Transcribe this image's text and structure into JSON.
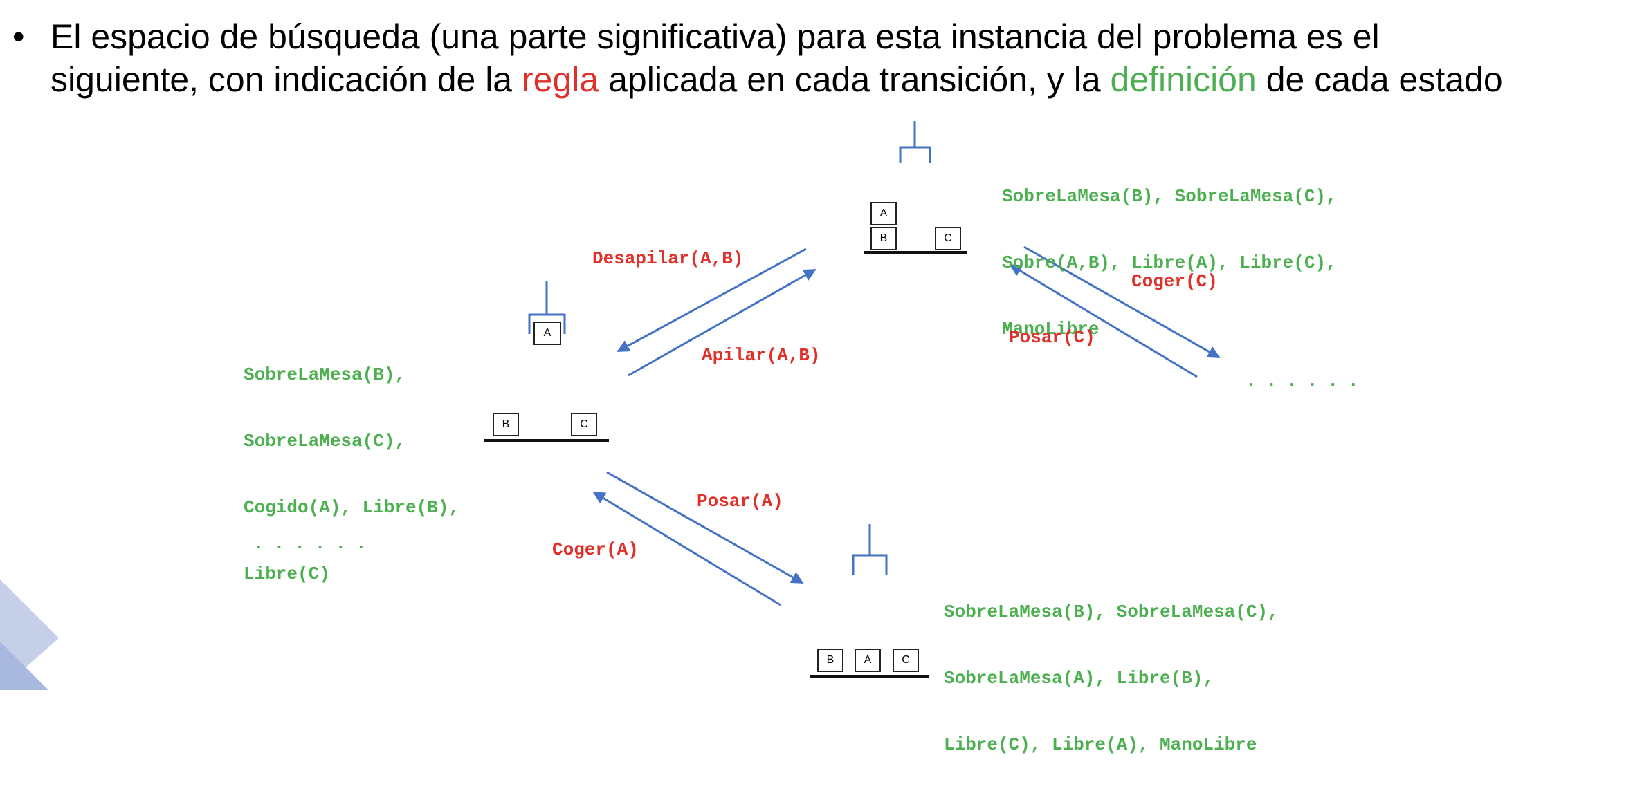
{
  "header": {
    "bullet": "•",
    "line1": "El espacio de búsqueda (una parte significativa) para esta instancia del problema es el",
    "line2_a": "siguiente, con indicación de la ",
    "line2_rule": "regla",
    "line2_b": " aplicada en cada transición, y la ",
    "line2_def": "definición",
    "line2_c": " de cada estado"
  },
  "states": {
    "top": {
      "definition": [
        "SobreLaMesa(B), SobreLaMesa(C),",
        "Sobre(A,B), Libre(A), Libre(C),",
        "ManoLibre"
      ],
      "blocks": [
        "A",
        "B",
        "C"
      ]
    },
    "left": {
      "definition": [
        "SobreLaMesa(B),",
        "SobreLaMesa(C),",
        "Cogido(A), Libre(B),",
        "Libre(C)"
      ],
      "held_block": "A",
      "blocks": [
        "B",
        "C"
      ]
    },
    "bottom": {
      "definition": [
        "SobreLaMesa(B), SobreLaMesa(C),",
        "SobreLaMesa(A), Libre(B),",
        "Libre(C), Libre(A), ManoLibre"
      ],
      "blocks": [
        "B",
        "A",
        "C"
      ]
    }
  },
  "rules": {
    "desapilar": "Desapilar(A,B)",
    "apilar": "Apilar(A,B)",
    "coger_c": "Coger(C)",
    "posar_c": "Posar(C)",
    "posar_a": "Posar(A)",
    "coger_a": "Coger(A)"
  },
  "ellipsis": {
    "right": "......",
    "left": "......"
  },
  "colors": {
    "rule": "#e0302a",
    "definition": "#4caf50",
    "arrow": "#4472c4",
    "gripper": "#4472c4"
  }
}
